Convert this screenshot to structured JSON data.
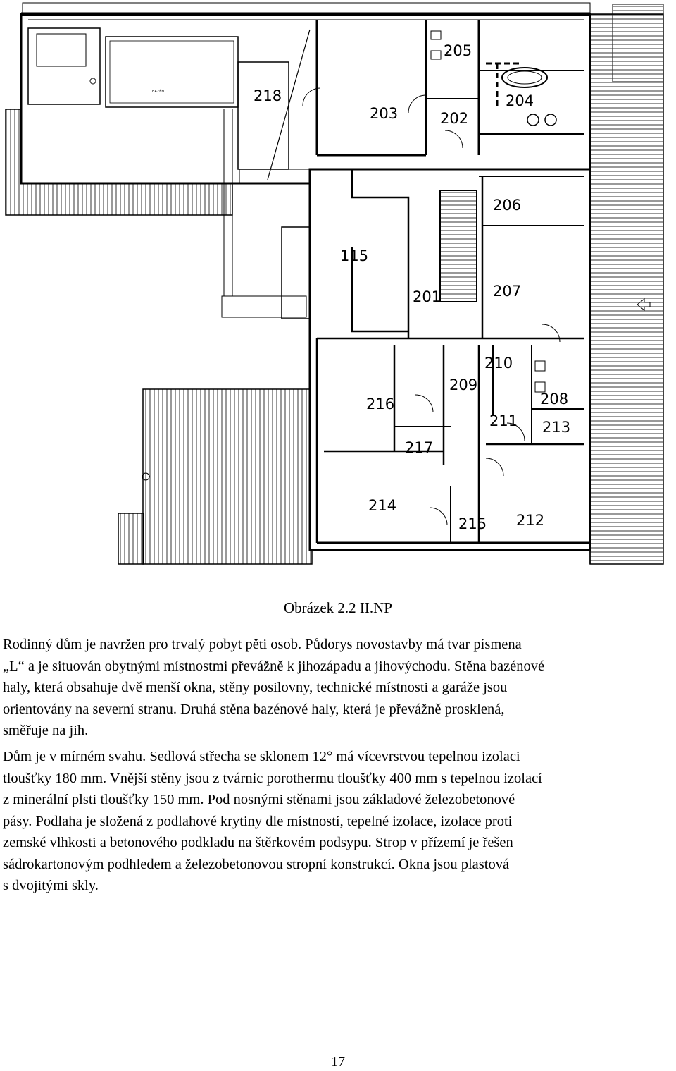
{
  "figure": {
    "rooms": [
      {
        "id": "205",
        "label": "205"
      },
      {
        "id": "204",
        "label": "204"
      },
      {
        "id": "218",
        "label": "218"
      },
      {
        "id": "203",
        "label": "203"
      },
      {
        "id": "202",
        "label": "202"
      },
      {
        "id": "206",
        "label": "206"
      },
      {
        "id": "115",
        "label": "115"
      },
      {
        "id": "201",
        "label": "201"
      },
      {
        "id": "207",
        "label": "207"
      },
      {
        "id": "210",
        "label": "210"
      },
      {
        "id": "209",
        "label": "209"
      },
      {
        "id": "216",
        "label": "216"
      },
      {
        "id": "208",
        "label": "208"
      },
      {
        "id": "211",
        "label": "211"
      },
      {
        "id": "213",
        "label": "213"
      },
      {
        "id": "217",
        "label": "217"
      },
      {
        "id": "214",
        "label": "214"
      },
      {
        "id": "215",
        "label": "215"
      },
      {
        "id": "212",
        "label": "212"
      }
    ],
    "small_labels": {
      "bazen": "BAZÉN"
    }
  },
  "caption": "Obrázek 2.2 II.NP",
  "paragraphs": {
    "p1": [
      "Rodinný dům je navržen pro trvalý pobyt pěti osob. Půdorys novostavby má tvar písmena",
      "„L“ a je situován obytnými místnostmi převážně k jihozápadu a jihovýchodu. Stěna bazénové",
      "haly, která obsahuje dvě menší okna, stěny posilovny, technické místnosti a garáže jsou",
      "orientovány na severní stranu. Druhá stěna bazénové haly, která je převážně prosklená,",
      "směřuje na jih."
    ],
    "p2": [
      "Dům je v mírném svahu. Sedlová střecha se sklonem 12° má vícevrstvou tepelnou izolaci",
      "tloušťky 180 mm. Vnější stěny jsou z tvárnic porothermu tloušťky 400 mm s tepelnou izolací",
      "z minerální plsti tloušťky 150 mm. Pod nosnými stěnami jsou základové železobetonové",
      "pásy. Podlaha je složená z podlahové krytiny dle místností, tepelné izolace, izolace proti",
      "zemské vlhkosti a betonového podkladu na štěrkovém podsypu. Strop v přízemí je řešen",
      "sádrokartonovým podhledem a železobetonovou stropní konstrukcí. Okna jsou plastová",
      "s dvojitými skly."
    ]
  },
  "page_number": "17"
}
